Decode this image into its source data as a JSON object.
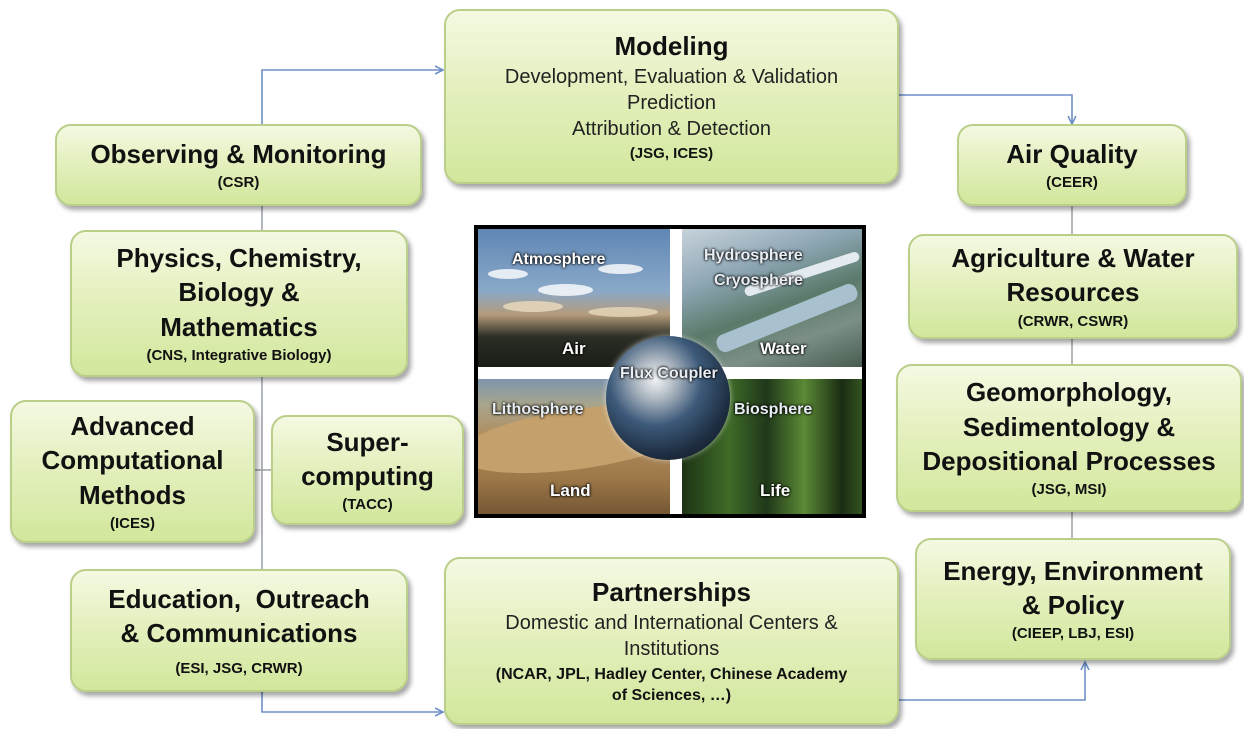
{
  "modeling": {
    "title": "Modeling",
    "lines": [
      "Development, Evaluation & Validation",
      "Prediction",
      "Attribution & Detection"
    ],
    "code": "(JSG, ICES)"
  },
  "observing": {
    "title": "Observing & Monitoring",
    "code": "(CSR)"
  },
  "physics": {
    "title_lines": [
      "Physics, Chemistry,",
      "Biology &",
      "Mathematics"
    ],
    "code": "(CNS, Integrative Biology)"
  },
  "advanced": {
    "title_lines": [
      "Advanced",
      "Computational",
      "Methods"
    ],
    "code": "(ICES)"
  },
  "supercomputing": {
    "title_lines": [
      "Super-",
      "computing"
    ],
    "code": "(TACC)"
  },
  "education": {
    "title_lines": [
      "Education,  Outreach",
      "& Communications"
    ],
    "code": "(ESI, JSG, CRWR)"
  },
  "partnerships": {
    "title": "Partnerships",
    "lines": [
      "Domestic and International Centers &",
      "Institutions"
    ],
    "code_lines": [
      "(NCAR, JPL, Hadley Center, Chinese Academy",
      "of Sciences, …)"
    ]
  },
  "air_quality": {
    "title": "Air Quality",
    "code": "(CEER)"
  },
  "agriculture": {
    "title_lines": [
      "Agriculture & Water",
      "Resources"
    ],
    "code": "(CRWR, CSWR)"
  },
  "geomorphology": {
    "title_lines": [
      "Geomorphology,",
      "Sedimentology &",
      "Depositional Processes"
    ],
    "code": "(JSG, MSI)"
  },
  "energy": {
    "title_lines": [
      "Energy, Environment",
      "& Policy"
    ],
    "code": "(CIEEP, LBJ, ESI)"
  },
  "earth_image": {
    "atmosphere": "Atmosphere",
    "air": "Air",
    "hydrosphere": "Hydrosphere",
    "cryosphere": "Cryosphere",
    "water": "Water",
    "lithosphere": "Lithosphere",
    "land": "Land",
    "biosphere": "Biosphere",
    "life": "Life",
    "flux_coupler": "Flux Coupler"
  },
  "colors": {
    "box_fill": "#e4f0bf",
    "box_border": "#b9cf8a",
    "arrow": "#6f8fc9",
    "connector": "#9aa0a6"
  }
}
